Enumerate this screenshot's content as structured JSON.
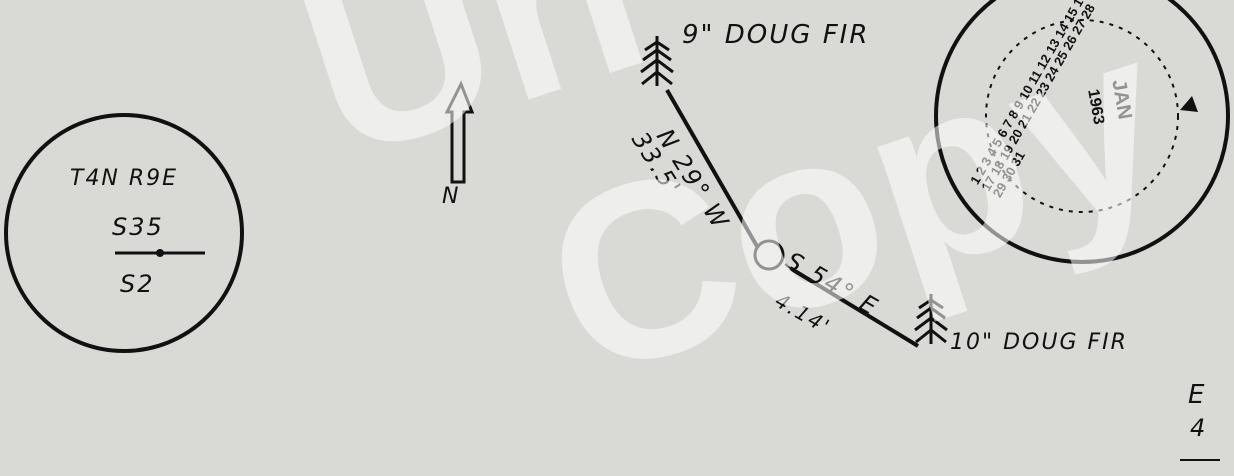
{
  "section_box": {
    "township_range": "T4N R9E",
    "section_top": "S35",
    "section_bottom": "S2"
  },
  "north_arrow": {
    "label": "N"
  },
  "bearing_trees": [
    {
      "species": "9\" DOUG FIR",
      "bearing": "N 29° W",
      "distance": "33.5'"
    },
    {
      "species": "10\" DOUG FIR",
      "bearing": "S 54° E",
      "distance": "4.14'"
    }
  ],
  "corner_marks": {
    "text": "E",
    "sub": "4"
  },
  "stamp": {
    "month": "JAN",
    "year": "1963",
    "day_numbers": "1 2 3 4 5 6 7 8 9 10 11 12 13 14 15 16 17 18 19 20 21 22 23 24 25 26 27 28 29 30 31"
  },
  "watermark": {
    "line1": "Un",
    "line2": "Copy"
  },
  "colors": {
    "paper": "#d9d9d6",
    "ink": "#111111",
    "watermark": "#ffffff"
  }
}
